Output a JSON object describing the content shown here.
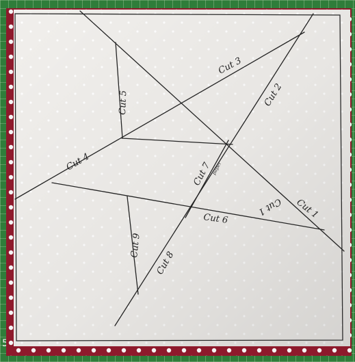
{
  "photo": {
    "subject": "hand-drawn quilt foundation paper pattern",
    "colors": {
      "cutting_mat": "#2f7d3a",
      "fabric": "#8e1a2c",
      "fabric_dots": "#f5f5f5",
      "paper": "#f1efec",
      "ink": "#222222"
    }
  },
  "labels": {
    "cut1": "Cut 1",
    "cut1_upside": "Cut 1",
    "cut2": "Cut 2",
    "cut3": "Cut 3",
    "cut4": "Cut 4",
    "cut5": "Cut 5",
    "cut6": "Cut 6",
    "cut7": "Cut 7",
    "cut8": "Cut 8",
    "cut9": "Cut 9",
    "mini_note": "paper",
    "mat_number": "5"
  }
}
